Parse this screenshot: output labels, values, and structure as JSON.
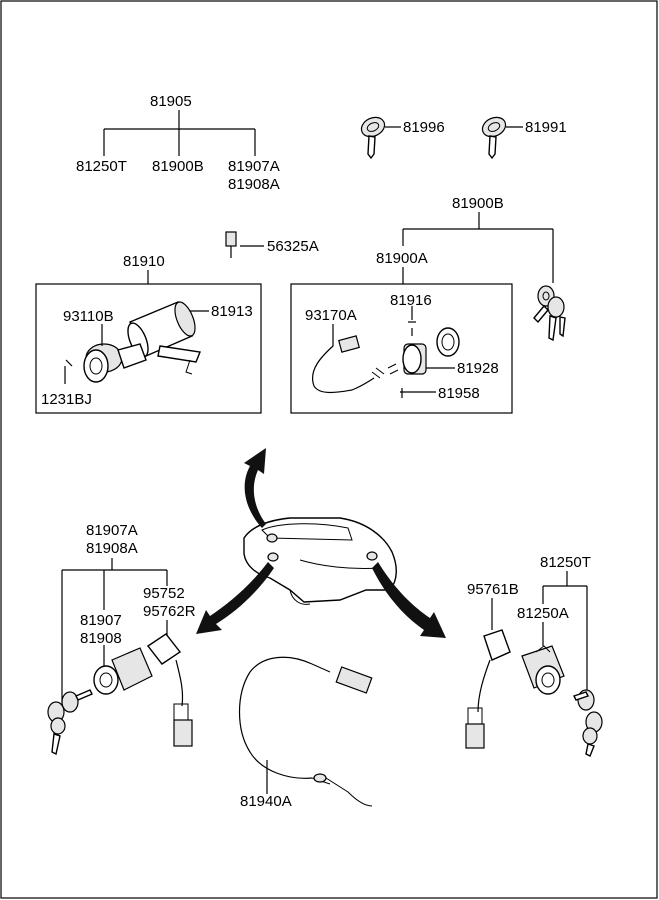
{
  "labels": {
    "l81905": "81905",
    "l81250T_a": "81250T",
    "l81900B_a": "81900B",
    "l81907A_a": "81907A",
    "l81908A_a": "81908A",
    "l81996": "81996",
    "l81991": "81991",
    "l81900B_b": "81900B",
    "l56325A": "56325A",
    "l81910": "81910",
    "l81900A": "81900A",
    "l93110B": "93110B",
    "l81913": "81913",
    "l1231BJ": "1231BJ",
    "l81916": "81916",
    "l93170A": "93170A",
    "l81928": "81928",
    "l81958": "81958",
    "l81907A_b": "81907A",
    "l81908A_b": "81908A",
    "l95752": "95752",
    "l95762R": "95762R",
    "l81907": "81907",
    "l81908": "81908",
    "l81250T_b": "81250T",
    "l95761B": "95761B",
    "l81250A": "81250A",
    "l81940A": "81940A"
  }
}
